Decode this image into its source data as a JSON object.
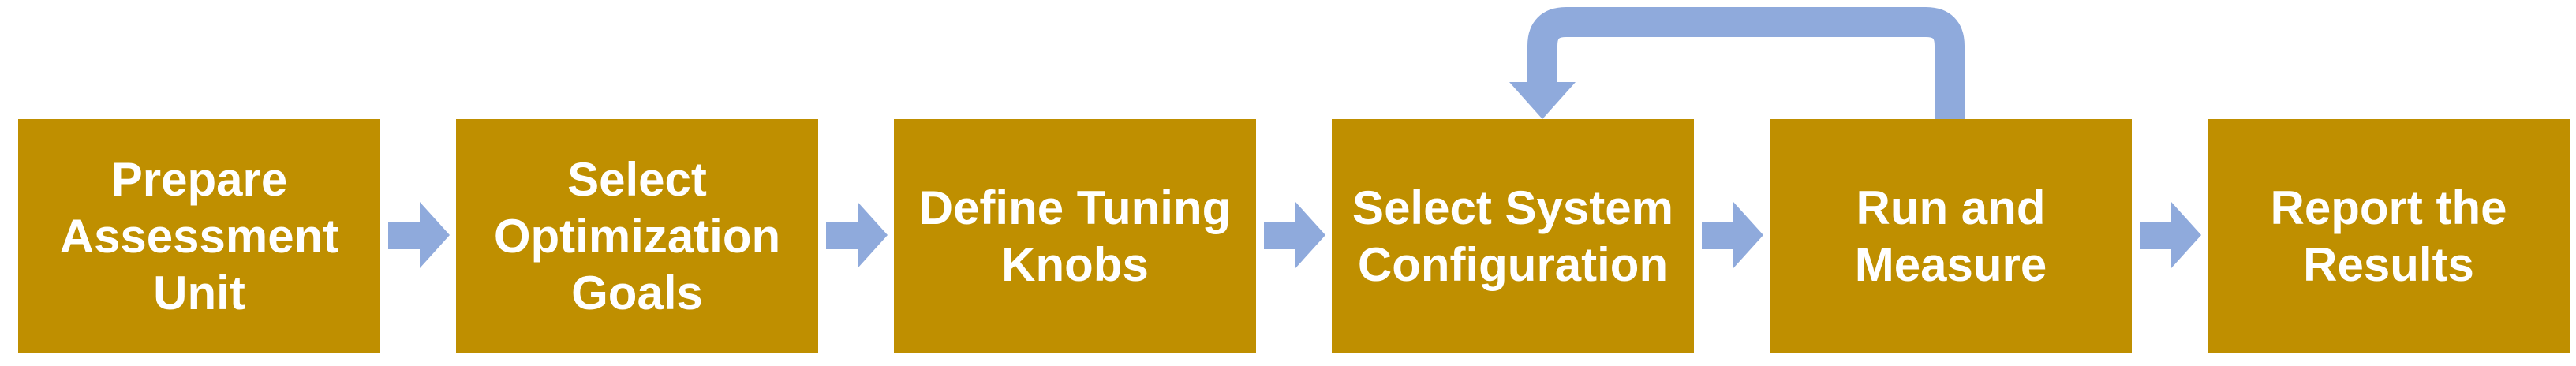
{
  "steps": [
    {
      "label": "Prepare\nAssessment\nUnit"
    },
    {
      "label": "Select\nOptimization\nGoals"
    },
    {
      "label": "Define Tuning\nKnobs"
    },
    {
      "label": "Select System\nConfiguration"
    },
    {
      "label": "Run and\nMeasure"
    },
    {
      "label": "Report the\nResults"
    }
  ],
  "colors": {
    "box_fill": "#bf8f00",
    "box_text": "#ffffff",
    "arrow": "#8faadc"
  }
}
